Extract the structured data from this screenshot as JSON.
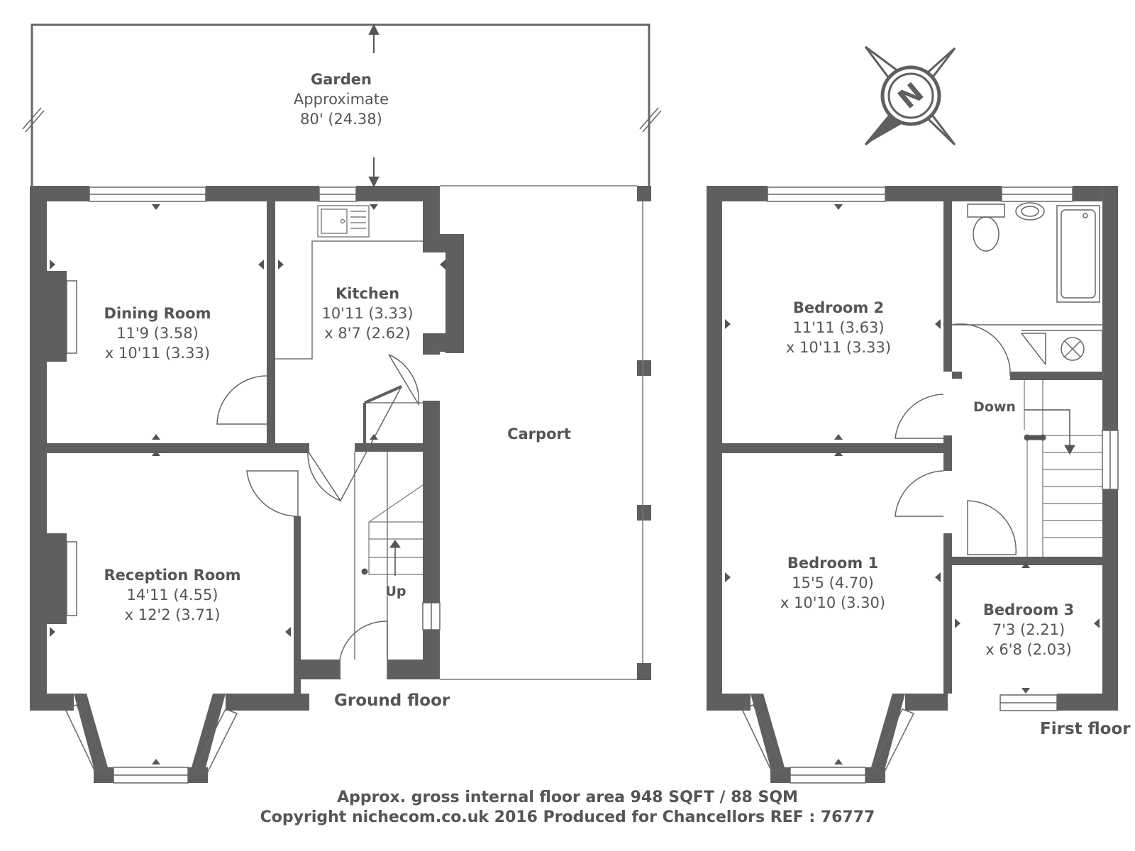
{
  "garden": {
    "name": "Garden",
    "line1": "Approximate",
    "line2": "80' (24.38)"
  },
  "rooms": {
    "dining": {
      "name": "Dining Room",
      "dim1": "11'9 (3.58)",
      "dim2": "x 10'11 (3.33)"
    },
    "kitchen": {
      "name": "Kitchen",
      "dim1": "10'11 (3.33)",
      "dim2": "x 8'7 (2.62)"
    },
    "reception": {
      "name": "Reception Room",
      "dim1": "14'11 (4.55)",
      "dim2": "x 12'2 (3.71)"
    },
    "carport": {
      "name": "Carport"
    },
    "bedroom2": {
      "name": "Bedroom 2",
      "dim1": "11'11 (3.63)",
      "dim2": "x 10'11 (3.33)"
    },
    "bedroom1": {
      "name": "Bedroom 1",
      "dim1": "15'5 (4.70)",
      "dim2": "x 10'10 (3.30)"
    },
    "bedroom3": {
      "name": "Bedroom 3",
      "dim1": "7'3 (2.21)",
      "dim2": "x 6'8 (2.03)"
    }
  },
  "stairs": {
    "up": "Up",
    "down": "Down"
  },
  "floors": {
    "ground": "Ground floor",
    "first": "First floor"
  },
  "compass": {
    "letter": "N"
  },
  "footer": {
    "line1": "Approx. gross internal floor area 948 SQFT / 88 SQM",
    "line2": "Copyright nichecom.co.uk 2016 Produced for Chancellors REF : 76777"
  },
  "colors": {
    "wall": "#5f5f5f",
    "line": "#666666",
    "text": "#555555"
  }
}
